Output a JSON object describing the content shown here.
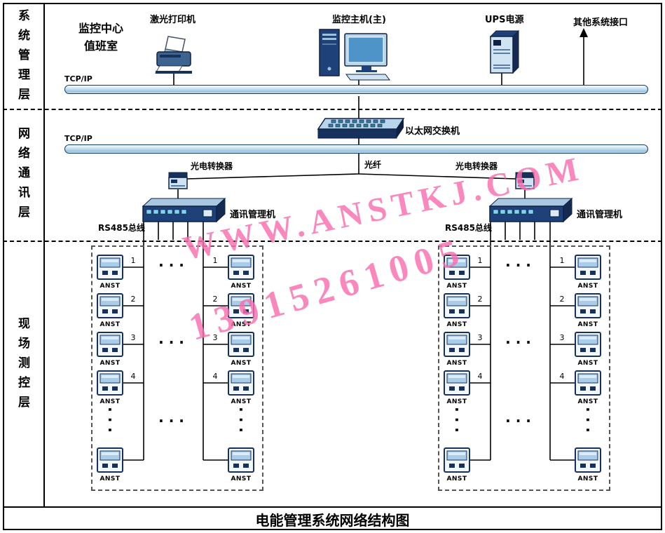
{
  "title": "电能管理系统网络结构图",
  "watermark": {
    "line1": "WWW.ANSTKJ.COM",
    "line2": "13915261005",
    "color": "#fa6fae"
  },
  "layer_labels": {
    "system": "系统管理层",
    "network": "网络通讯层",
    "field": "现场测控层"
  },
  "management": {
    "room_line1": "监控中心",
    "room_line2": "值班室",
    "printer_label": "激光打印机",
    "host_label": "监控主机(主)",
    "ups_label": "UPS电源",
    "other_interface_label": "其他系统接口",
    "bus_label": "TCP/IP"
  },
  "network": {
    "bus_label": "TCP/IP",
    "switch_label": "以太网交换机",
    "fiber_label": "光纤",
    "converter_left_label": "光电转换器",
    "converter_right_label": "光电转换器",
    "comm_left_label": "通讯管理机",
    "comm_right_label": "通讯管理机",
    "rs485_label": "RS485总线"
  },
  "field": {
    "meter_label": "ANST",
    "channel_numbers": [
      "1",
      "2",
      "3",
      "4"
    ],
    "h_ellipsis": "···",
    "v_ellipsis": "···"
  }
}
